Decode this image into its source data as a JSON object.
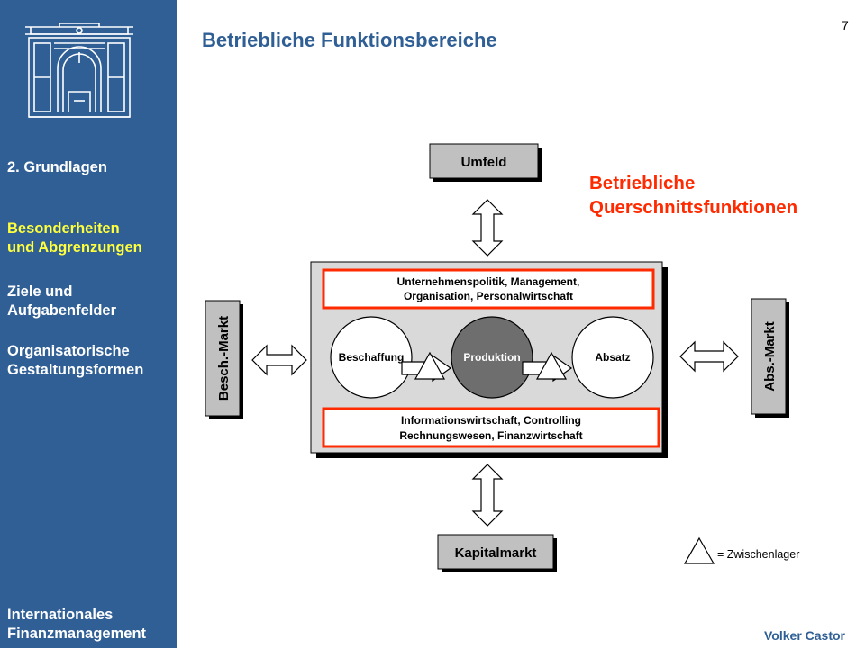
{
  "page": {
    "title": "Betriebliche Funktionsbereiche",
    "page_number": "7",
    "author": "Volker Castor"
  },
  "sidebar": {
    "items": [
      {
        "label": "2. Grundlagen",
        "active": false
      },
      {
        "label": "Besonderheiten\nund Abgrenzungen",
        "active": true
      },
      {
        "label": "Ziele und\nAufgabenfelder",
        "active": false
      },
      {
        "label": "Organisatorische\nGestaltungsformen",
        "active": false
      }
    ],
    "footer": "Internationales\nFinanzmanagement"
  },
  "diagram": {
    "callout": "Betriebliche\nQuerschnittsfunktionen",
    "umfeld": "Umfeld",
    "kapitalmarkt": "Kapitalmarkt",
    "besch_markt": "Besch.-Markt",
    "abs_markt": "Abs.-Markt",
    "top_box": [
      "Unternehmenspolitik, Management,",
      "Organisation, Personalwirtschaft"
    ],
    "bottom_box": [
      "Informationswirtschaft, Controlling",
      "Rechnungswesen, Finanzwirtschaft"
    ],
    "beschaffung": "Beschaffung",
    "produktion": "Produktion",
    "absatz": "Absatz",
    "legend_label": "= Zwischenlager"
  },
  "colors": {
    "sidebar": "#2f5f95",
    "active_item": "#ffff3c",
    "callout": "#ff2a00",
    "box_border": "#ff2a00",
    "main_box": "#d9d9d9",
    "gray_box": "#c0c0c0",
    "produktion": "#6e6e6e"
  }
}
